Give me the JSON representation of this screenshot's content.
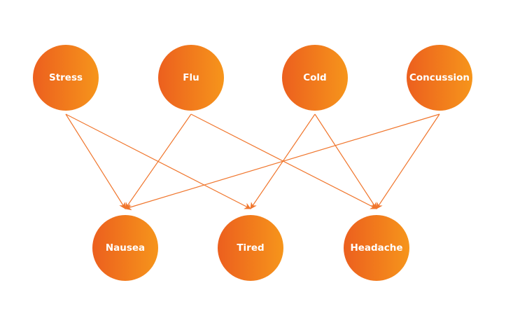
{
  "colors": {
    "node_gradient_start": "#ec5f1e",
    "node_gradient_end": "#f6951b",
    "edge": "#f0762d",
    "label": "#ffffff",
    "background": "#ffffff"
  },
  "causes": [
    {
      "id": "stress",
      "label": "Stress"
    },
    {
      "id": "flu",
      "label": "Flu"
    },
    {
      "id": "cold",
      "label": "Cold"
    },
    {
      "id": "concussion",
      "label": "Concussion"
    }
  ],
  "symptoms": [
    {
      "id": "nausea",
      "label": "Nausea"
    },
    {
      "id": "tired",
      "label": "Tired"
    },
    {
      "id": "headache",
      "label": "Headache"
    }
  ],
  "edges": [
    {
      "from": "stress",
      "to": "nausea"
    },
    {
      "from": "stress",
      "to": "tired"
    },
    {
      "from": "flu",
      "to": "nausea"
    },
    {
      "from": "flu",
      "to": "headache"
    },
    {
      "from": "cold",
      "to": "tired"
    },
    {
      "from": "cold",
      "to": "headache"
    },
    {
      "from": "concussion",
      "to": "nausea"
    },
    {
      "from": "concussion",
      "to": "headache"
    }
  ]
}
